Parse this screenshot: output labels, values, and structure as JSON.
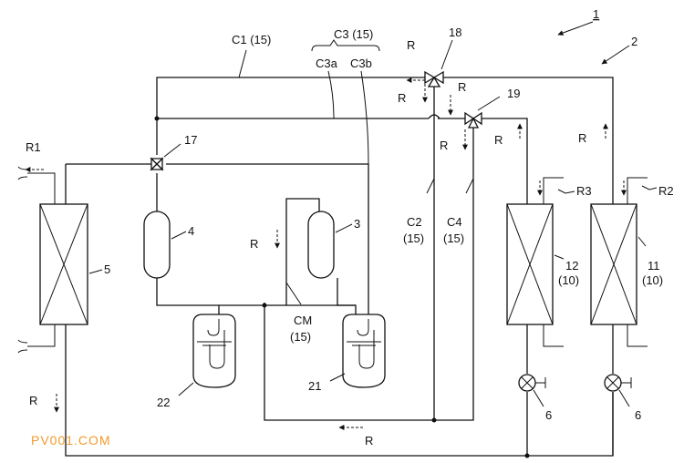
{
  "figure_number": "1",
  "system_ref": "2",
  "watermark": "PV001.COM",
  "labels": {
    "c1": "C1 (15)",
    "c3": "C3 (15)",
    "c3a": "C3a",
    "c3b": "C3b",
    "c2": "C2",
    "c2_sub": "(15)",
    "c4": "C4",
    "c4_sub": "(15)",
    "cm": "CM",
    "cm_sub": "(15)",
    "r": "R",
    "r1": "R1",
    "r2": "R2",
    "r3": "R3",
    "n3": "3",
    "n4": "4",
    "n5": "5",
    "n6": "6",
    "n17": "17",
    "n18": "18",
    "n19": "19",
    "n21": "21",
    "n22": "22",
    "n12": "12",
    "n12_sub": "(10)",
    "n11": "11",
    "n11_sub": "(10)"
  }
}
